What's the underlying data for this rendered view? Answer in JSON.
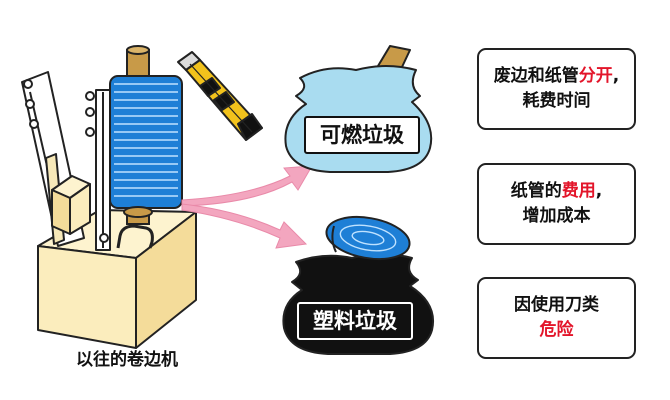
{
  "machine_caption": "以往的卷边机",
  "waste": {
    "burnable_label": "可燃垃圾",
    "plastic_label": "塑料垃圾"
  },
  "problems": [
    {
      "line1_a": "废边和纸管",
      "line1_hl": "分开",
      "line1_b": ",",
      "line2_a": "耗费时间",
      "line2_hl": ""
    },
    {
      "line1_a": "纸管的",
      "line1_hl": "费用",
      "line1_b": ",",
      "line2_a": "增加成本",
      "line2_hl": ""
    },
    {
      "line1_a": "因使用刀类",
      "line1_hl": "",
      "line1_b": "",
      "line2_a": "",
      "line2_hl": "危险"
    }
  ],
  "colors": {
    "highlight": "#e3152a",
    "film_roll": "#1e7fd6",
    "burnable_bag": "#a9dcf0",
    "plastic_bag": "#111111",
    "arrow": "#f3a6bf",
    "machine_body": "#fbedbd",
    "paper_core": "#c89a48"
  },
  "icons": [
    "rewinder-machine-icon",
    "cutter-knife-icon",
    "burnable-bag-icon",
    "plastic-bag-icon",
    "film-roll-icon",
    "paper-core-icon"
  ]
}
